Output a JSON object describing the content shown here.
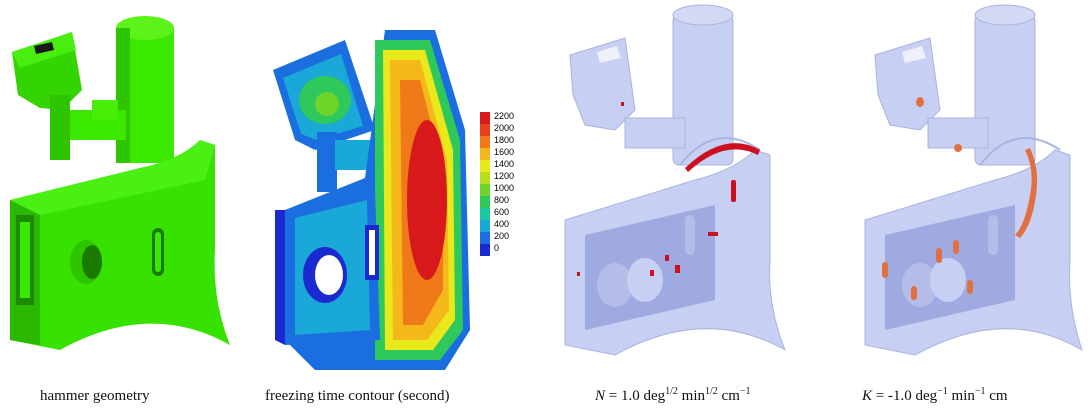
{
  "captions": {
    "p1": "hammer geometry",
    "p2_main": "freezing time contour ",
    "p2_unit": "(second)",
    "p3_sym": "N",
    "p3_eq": " = 1.0 deg",
    "p3_exp1": "1/2",
    "p3_min": " min",
    "p3_exp2": "1/2",
    "p3_cm": " cm",
    "p3_exp3": "−1",
    "p4_sym": "K",
    "p4_eq": " = -1.0 deg",
    "p4_exp1": "−1",
    "p4_min": " min",
    "p4_exp2": "−1",
    "p4_cm": " cm"
  },
  "legend": {
    "labels": [
      "2200",
      "2000",
      "1800",
      "1600",
      "1400",
      "1200",
      "1000",
      "800",
      "600",
      "400",
      "200",
      "0"
    ],
    "colors": [
      "#d7191c",
      "#e8401a",
      "#f07a1a",
      "#f5b81a",
      "#e8e81a",
      "#b8e01a",
      "#6fd42a",
      "#2fc85a",
      "#1ac8a0",
      "#1aa8d8",
      "#1a6ee0",
      "#1a2ad0"
    ]
  },
  "colors": {
    "hammer_green": "#39e600",
    "hammer_green_dark": "#22a800",
    "ghost_blue": "#bcc6ee",
    "defect_red": "#cc1020",
    "defect_orange": "#e07040"
  }
}
